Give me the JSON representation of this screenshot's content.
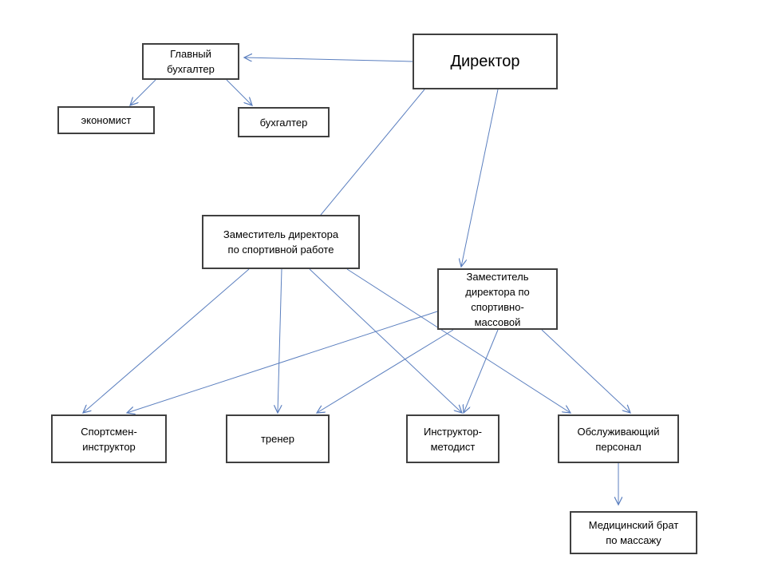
{
  "diagram": {
    "line_color": "#5b7fbf",
    "box_border_color": "#404040",
    "nodes": {
      "director": "Директор",
      "chief_accountant": "Главный\nбухгалтер",
      "economist": "экономист",
      "accountant": "бухгалтер",
      "deputy_sport": "Заместитель директора\nпо спортивной работе",
      "deputy_mass": "Заместитель\nдиректора по\nспортивно-\nмассовой",
      "athlete_instructor": "Спортсмен-\nинструктор",
      "coach": "тренер",
      "instructor_methodist": "Инструктор-\nметодист",
      "service_staff": "Обслуживающий\nперсонал",
      "massage_nurse": "Медицинский брат\nпо массажу"
    },
    "edges": [
      {
        "from": "director",
        "to": "chief_accountant"
      },
      {
        "from": "chief_accountant",
        "to": "economist"
      },
      {
        "from": "chief_accountant",
        "to": "accountant"
      },
      {
        "from": "director",
        "to": "deputy_sport"
      },
      {
        "from": "director",
        "to": "deputy_mass"
      },
      {
        "from": "deputy_sport",
        "to": "athlete_instructor"
      },
      {
        "from": "deputy_sport",
        "to": "coach"
      },
      {
        "from": "deputy_sport",
        "to": "instructor_methodist"
      },
      {
        "from": "deputy_sport",
        "to": "service_staff"
      },
      {
        "from": "deputy_mass",
        "to": "athlete_instructor"
      },
      {
        "from": "deputy_mass",
        "to": "coach"
      },
      {
        "from": "deputy_mass",
        "to": "instructor_methodist"
      },
      {
        "from": "deputy_mass",
        "to": "service_staff"
      },
      {
        "from": "service_staff",
        "to": "massage_nurse"
      }
    ]
  }
}
